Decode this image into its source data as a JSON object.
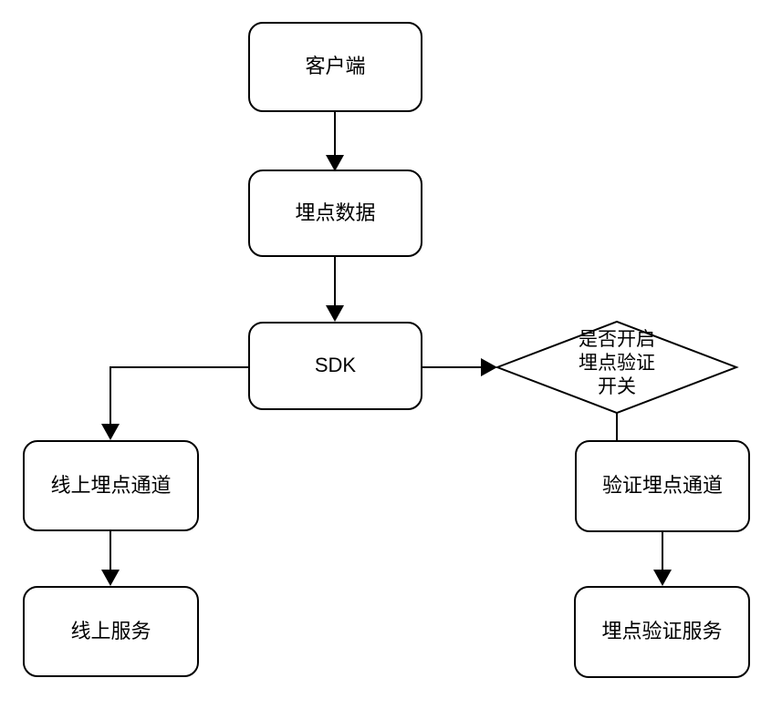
{
  "diagram": {
    "background_color": "#ffffff",
    "stroke_color": "#000000",
    "text_color": "#000000"
  },
  "nodes": {
    "client": {
      "label": "客户端",
      "shape": "rounded-rect"
    },
    "tracking_data": {
      "label": "埋点数据",
      "shape": "rounded-rect"
    },
    "sdk": {
      "label": "SDK",
      "shape": "rounded-rect"
    },
    "online_channel": {
      "label": "线上埋点通道",
      "shape": "rounded-rect"
    },
    "online_service": {
      "label": "线上服务",
      "shape": "rounded-rect"
    },
    "decision": {
      "label": "是否开启\n埋点验证\n开关",
      "shape": "diamond"
    },
    "verify_channel": {
      "label": "验证埋点通道",
      "shape": "rounded-rect"
    },
    "verify_service": {
      "label": "埋点验证服务",
      "shape": "rounded-rect"
    }
  },
  "edges": [
    {
      "from": "client",
      "to": "tracking_data",
      "arrow": true
    },
    {
      "from": "tracking_data",
      "to": "sdk",
      "arrow": true
    },
    {
      "from": "sdk",
      "to": "online_channel",
      "arrow": true
    },
    {
      "from": "sdk",
      "to": "decision",
      "arrow": true
    },
    {
      "from": "decision",
      "to": "verify_channel",
      "arrow": false
    },
    {
      "from": "online_channel",
      "to": "online_service",
      "arrow": true
    },
    {
      "from": "verify_channel",
      "to": "verify_service",
      "arrow": true
    }
  ]
}
